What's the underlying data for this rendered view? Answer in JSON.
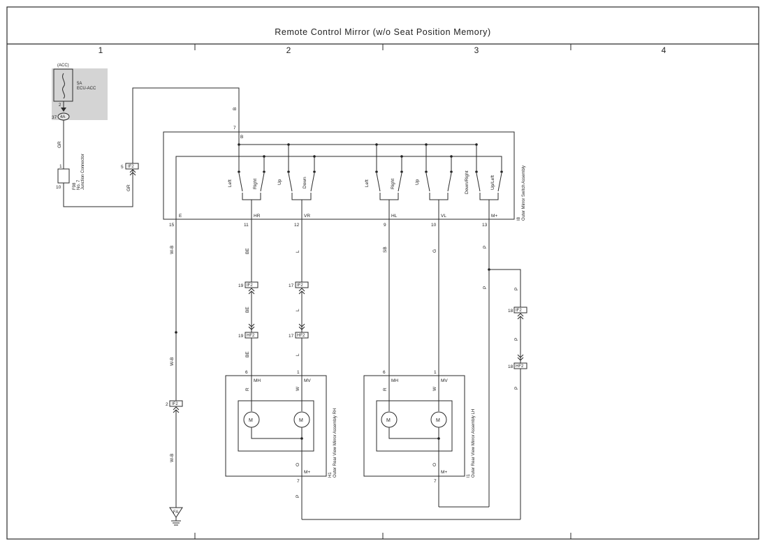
{
  "title": "Remote Control Mirror (w/o Seat Position Memory)",
  "columns": [
    "1",
    "2",
    "3",
    "4"
  ],
  "fuse": {
    "label_acc": "(ACC)",
    "rating": "5A",
    "name": "ECU-ACC",
    "pin": "2",
    "connector_pin": "37",
    "connector_code": "4A"
  },
  "junction_connector": {
    "pin_top": "1",
    "pin_bottom": "10",
    "code": "F98",
    "label_line1": "No. 7",
    "label_line2": "Junction Connector"
  },
  "wire_colors": {
    "gr_top": "GR",
    "gr_right": "GR",
    "b": "B",
    "wb_1": "W-B",
    "wb_2": "W-B",
    "wb_3": "W-B",
    "be_1": "BE",
    "be_2": "BE",
    "be_3": "BE",
    "l_1": "L",
    "l_2": "L",
    "l_3": "L",
    "sb": "SB",
    "g": "G",
    "p_1": "P",
    "p_2": "P",
    "p_3": "P",
    "p_4": "P",
    "p_5": "P",
    "p_bottom": "P",
    "r_rh": "R",
    "w_rh": "W",
    "o_rh": "O",
    "r_lh": "R",
    "w_lh": "W",
    "o_lh": "O"
  },
  "inline_connectors": {
    "if2_5": {
      "pin": "5",
      "code": "IF2"
    },
    "if2_19": {
      "pin": "19",
      "code": "IF2"
    },
    "if2_17": {
      "pin": "17",
      "code": "IF2"
    },
    "hf2_19": {
      "pin": "19",
      "code": "HF2"
    },
    "hf2_17": {
      "pin": "17",
      "code": "HF2"
    },
    "if2_18": {
      "pin": "18",
      "code": "IF2"
    },
    "hf2_18": {
      "pin": "18",
      "code": "HF2"
    },
    "if2_2": {
      "pin": "2",
      "code": "IF2"
    }
  },
  "switch_assembly": {
    "pin_b_num": "7",
    "pin_b": "B",
    "code": "I8",
    "name": "Outer Mirror Switch Assembly",
    "switch_labels": [
      "Left",
      "Right",
      "Up",
      "Down",
      "Left",
      "Right",
      "Up",
      "Down/Right",
      "Up/Left"
    ],
    "terminals": [
      {
        "name": "E",
        "pin": "15"
      },
      {
        "name": "HR",
        "pin": "11"
      },
      {
        "name": "VR",
        "pin": "12"
      },
      {
        "name": "HL",
        "pin": "9"
      },
      {
        "name": "VL",
        "pin": "10"
      },
      {
        "name": "M+",
        "pin": "13"
      }
    ]
  },
  "mirror_rh": {
    "code": "H1",
    "name": "Outer Rear View Mirror Assembly RH",
    "pin_mh": "6",
    "pin_mv": "1",
    "mh": "MH",
    "mv": "MV",
    "mplus": "M+",
    "pin_mplus": "7",
    "motor_label": "M"
  },
  "mirror_lh": {
    "code": "I1",
    "name": "Outer Rear View Mirror Assembly LH",
    "pin_mh": "6",
    "pin_mv": "1",
    "mh": "MH",
    "mv": "MV",
    "mplus": "M+",
    "pin_mplus": "7",
    "motor_label": "M"
  },
  "ground": {
    "code": "FA"
  }
}
